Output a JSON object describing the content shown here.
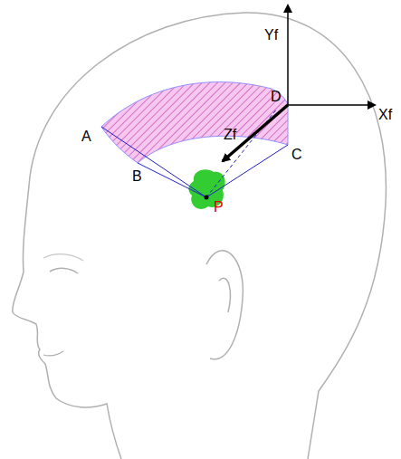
{
  "diagram": {
    "labels": [
      "Yf",
      "Xf",
      "Zf",
      "A",
      "B",
      "C",
      "D",
      "P"
    ]
  }
}
